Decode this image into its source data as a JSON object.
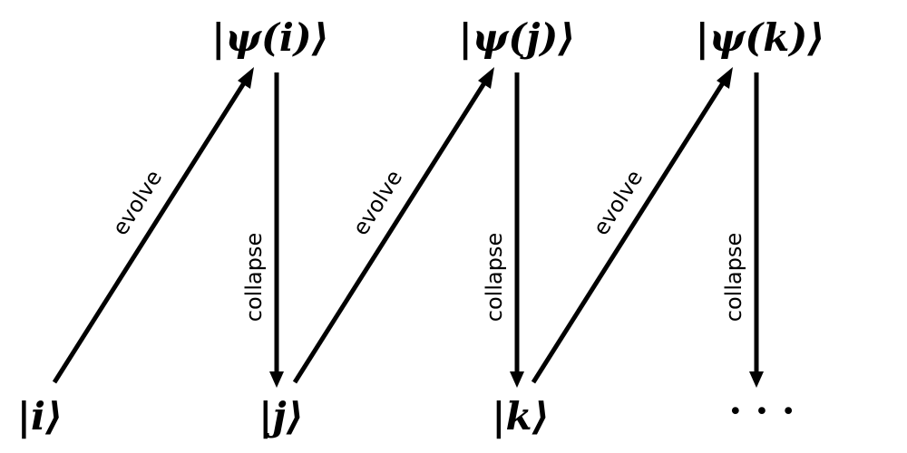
{
  "nodes": {
    "psi_i": "|ψ(i)⟩",
    "psi_j": "|ψ(j)⟩",
    "psi_k": "|ψ(k)⟩",
    "i": "|i⟩",
    "j": "|j⟩",
    "k": "|k⟩",
    "ellipsis": "· · ·"
  },
  "edges": {
    "evolve_1": "evolve",
    "evolve_2": "evolve",
    "evolve_3": "evolve",
    "collapse_1": "collapse",
    "collapse_2": "collapse",
    "collapse_3": "collapse"
  }
}
